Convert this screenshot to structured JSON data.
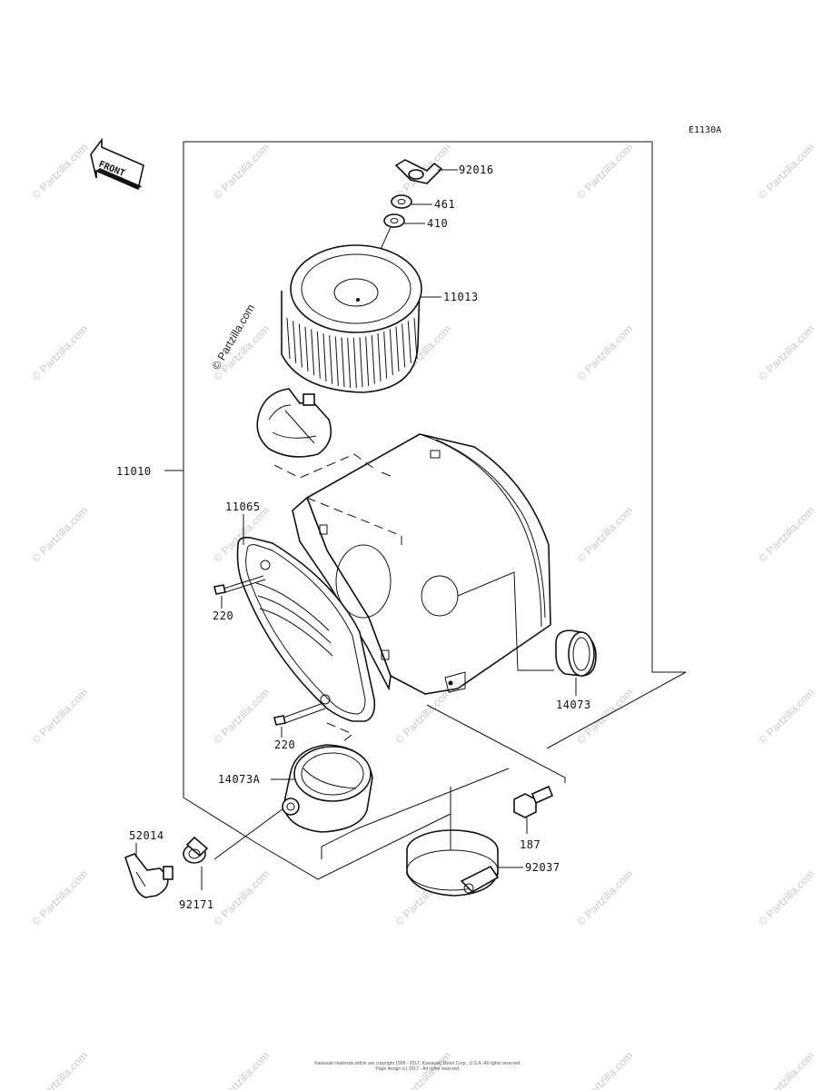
{
  "diagram_code": "E1130A",
  "front_marker": "FRONT",
  "watermark": "© Partzilla.com",
  "parts": {
    "p92016": "92016",
    "p461": "461",
    "p410": "410",
    "p11013": "11013",
    "p11010": "11010",
    "p11065": "11065",
    "p220a": "220",
    "p220b": "220",
    "p14073": "14073",
    "p14073A": "14073A",
    "p187": "187",
    "p52014": "52014",
    "p92037": "92037",
    "p92171": "92171"
  },
  "copyright_line1": "Kawasaki materials within are copyright 1995 - 2017, Kawasaki Motor Corp., U.S.A. All rights reserved.",
  "copyright_line2": "Page design (c) 2017 - All rights reserved."
}
